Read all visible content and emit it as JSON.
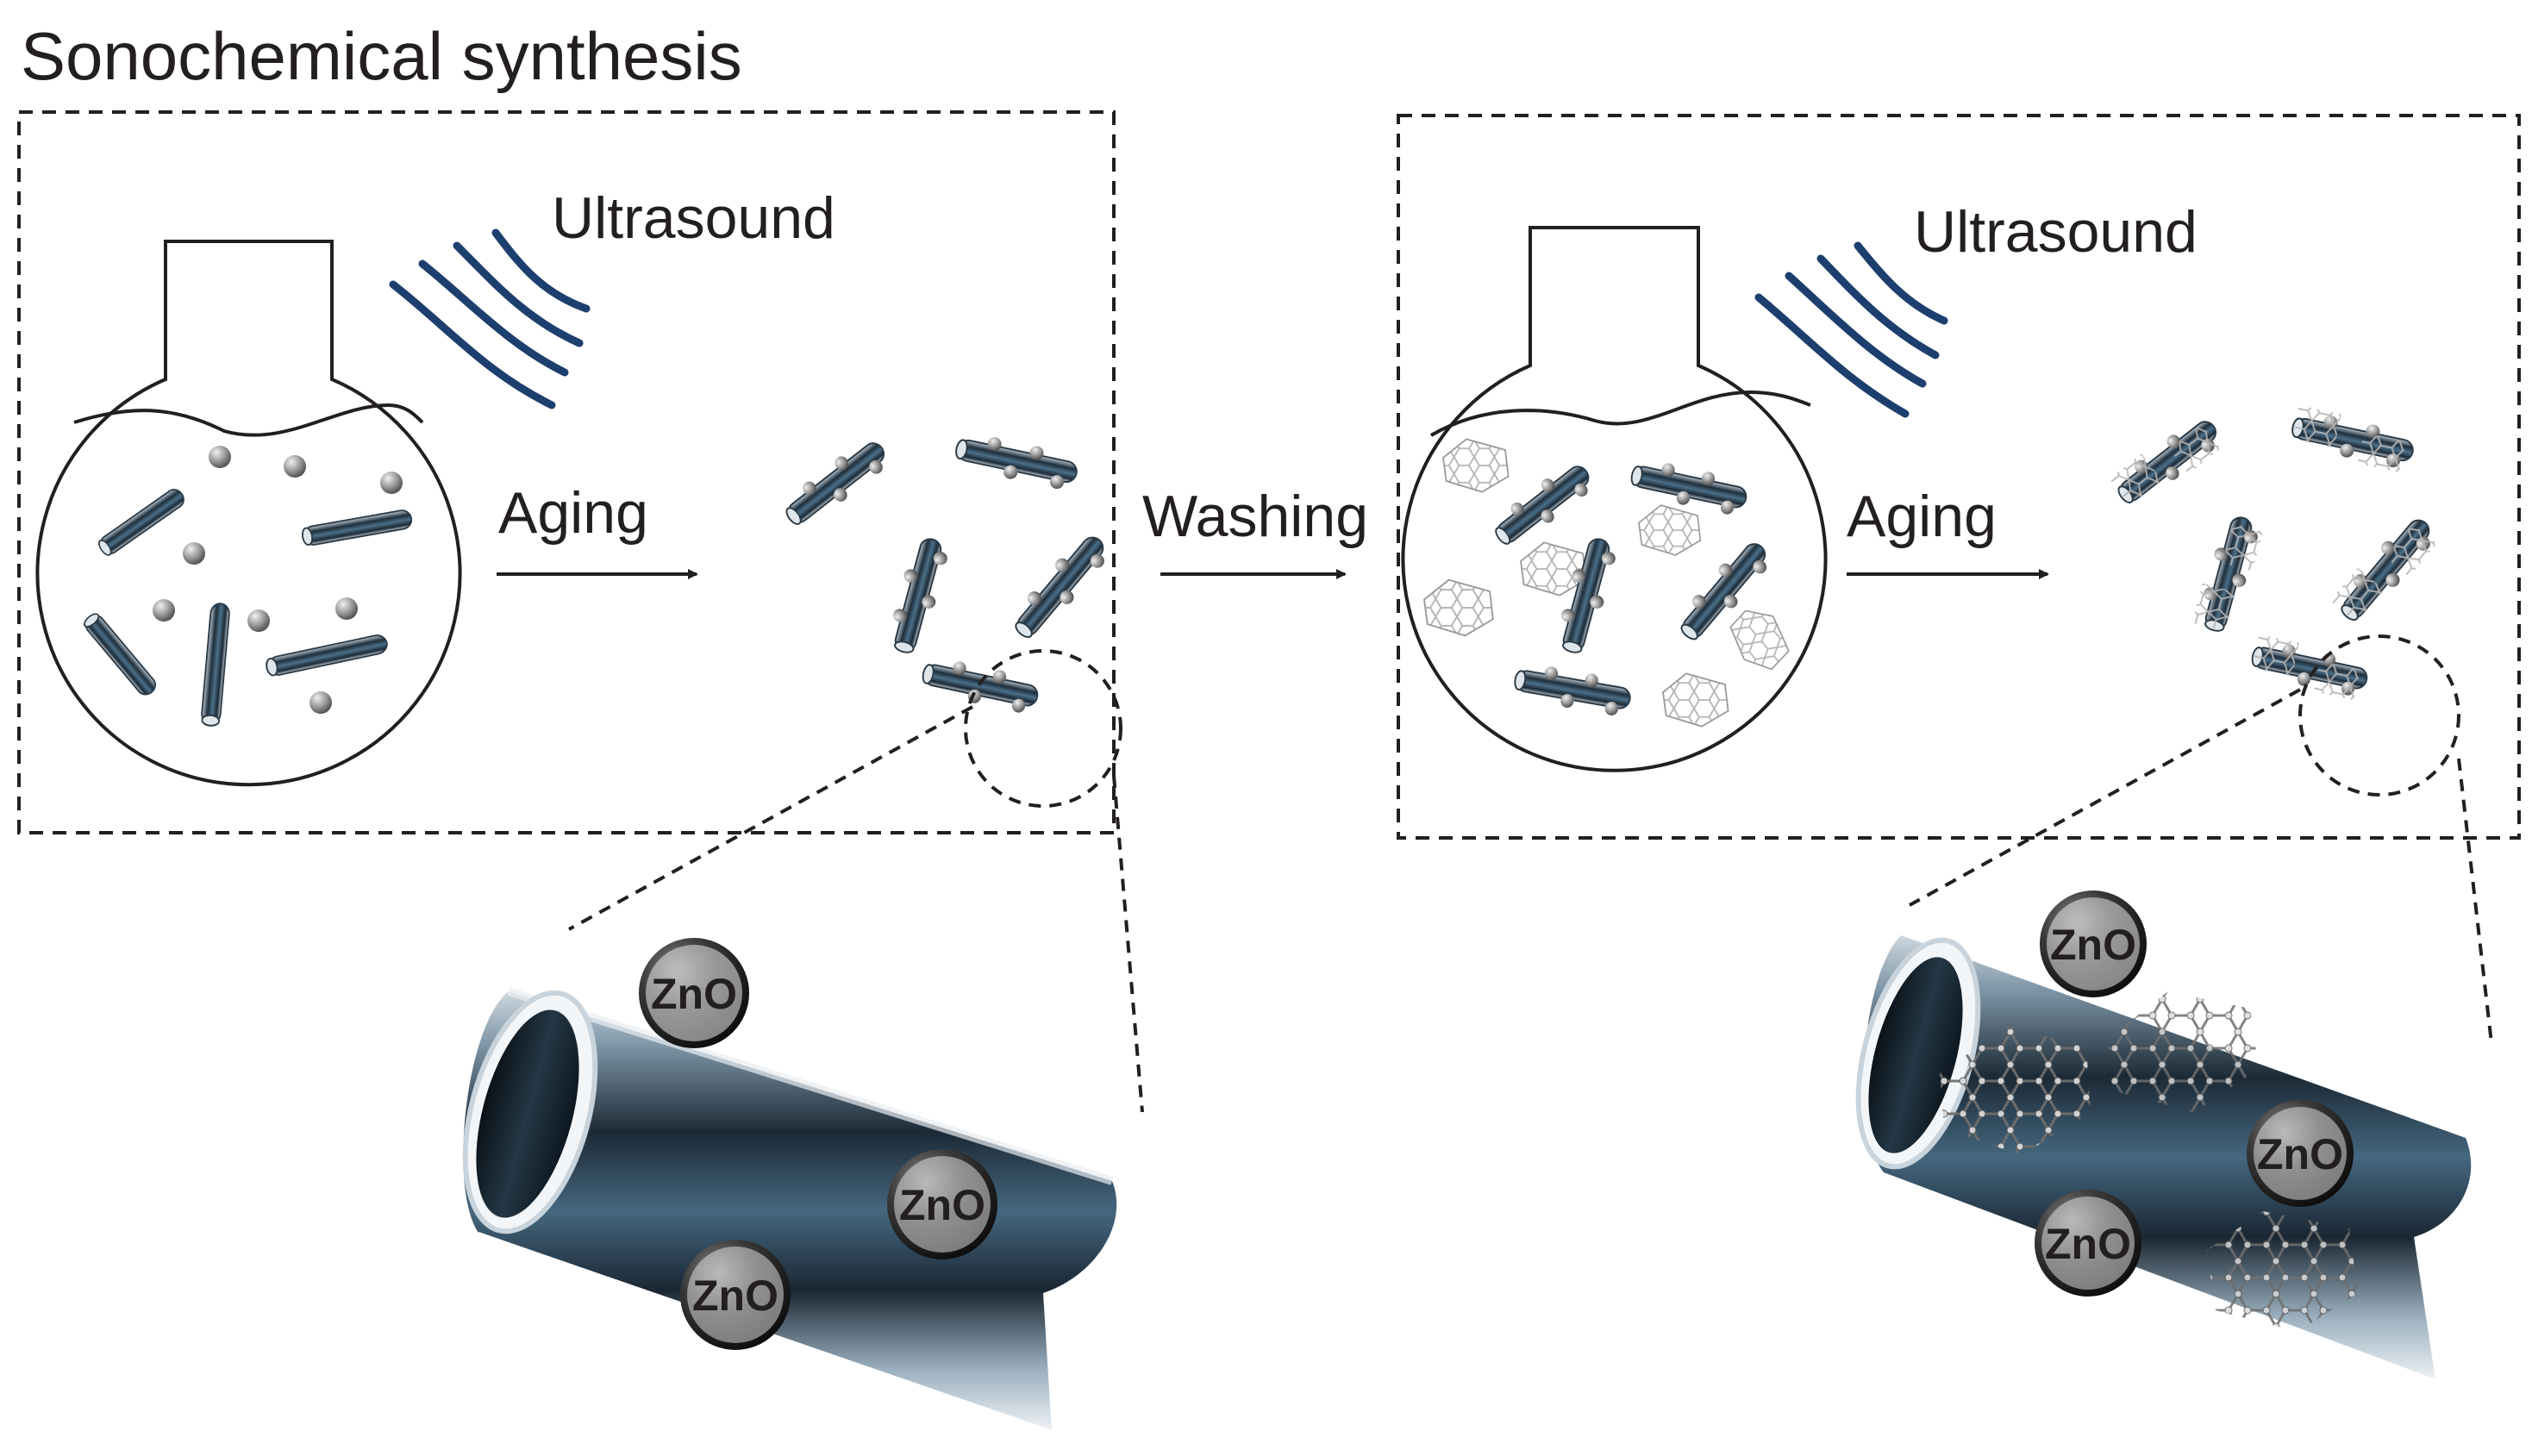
{
  "diagram": {
    "title": "Sonochemical synthesis",
    "panel_left": {
      "ultrasound_label": "Ultrasound",
      "step_label": "Aging"
    },
    "between_label": "Washing",
    "panel_right": {
      "ultrasound_label": "Ultrasound",
      "step_label": "Aging"
    },
    "zoom_left": {
      "particle_labels": [
        "ZnO",
        "ZnO",
        "ZnO"
      ]
    },
    "zoom_right": {
      "particle_labels": [
        "ZnO",
        "ZnO",
        "ZnO"
      ]
    },
    "colors": {
      "wave": "#1d3f6e",
      "tube_dark": "#1f2f3c",
      "tube_mid": "#4f7188",
      "tube_light": "#d6dde3",
      "sphere": "#2b2b2b",
      "graphene": "#b8b8b8",
      "line": "#231f20"
    }
  }
}
